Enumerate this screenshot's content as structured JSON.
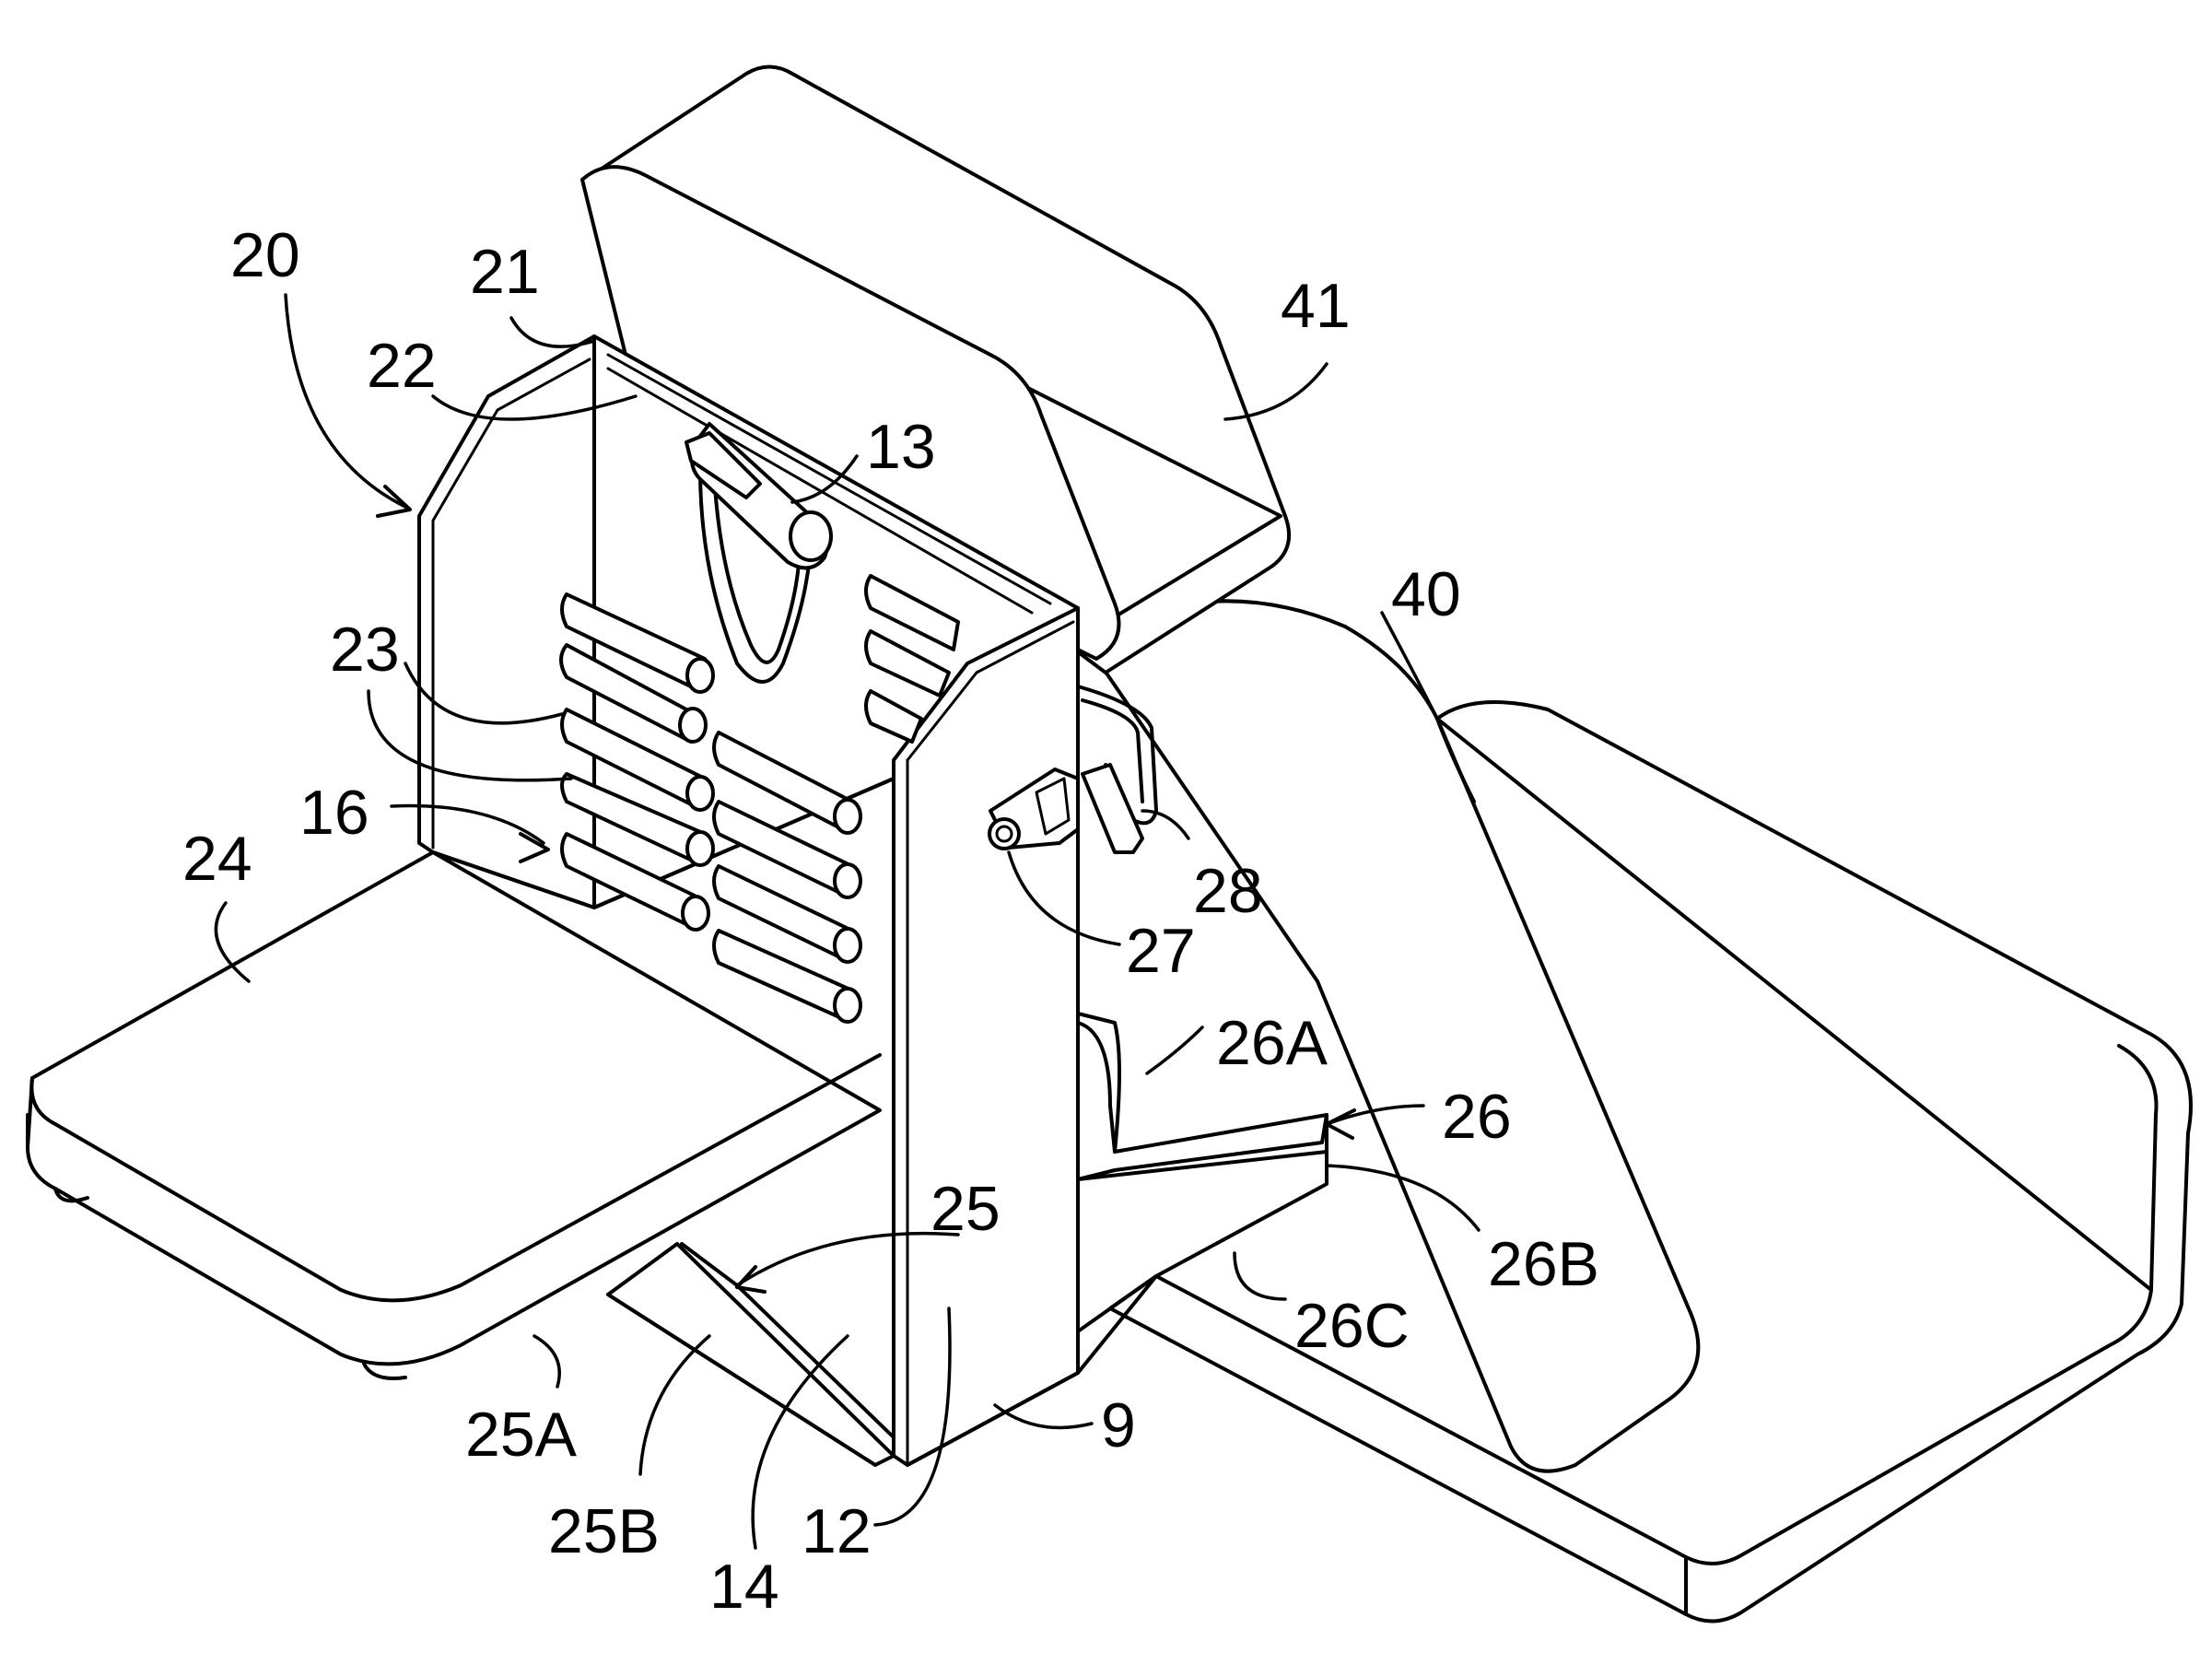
{
  "figure": {
    "labels": {
      "l20": "20",
      "l21": "21",
      "l22": "22",
      "l13": "13",
      "l41": "41",
      "l40": "40",
      "l23": "23",
      "l16": "16",
      "l24": "24",
      "l28": "28",
      "l27": "27",
      "l26A": "26A",
      "l26": "26",
      "l26B": "26B",
      "l26C": "26C",
      "l25": "25",
      "l25A": "25A",
      "l25B": "25B",
      "l14": "14",
      "l12": "12",
      "l9": "9"
    }
  }
}
